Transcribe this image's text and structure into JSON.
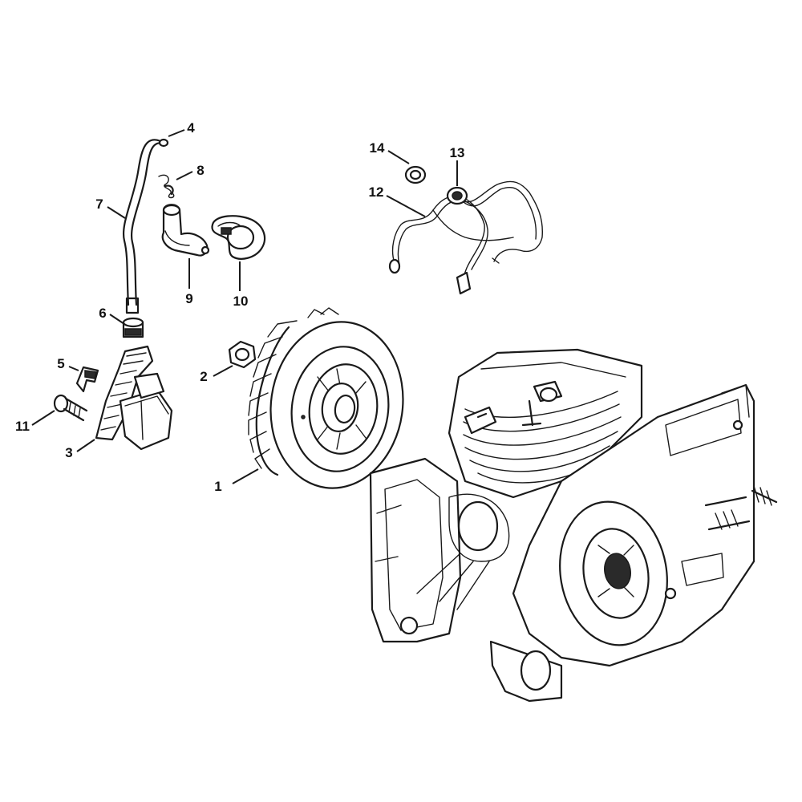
{
  "diagram": {
    "type": "exploded-parts-diagram",
    "callouts": [
      {
        "id": "c1",
        "label": "1"
      },
      {
        "id": "c2",
        "label": "2"
      },
      {
        "id": "c3",
        "label": "3"
      },
      {
        "id": "c4",
        "label": "4"
      },
      {
        "id": "c5",
        "label": "5"
      },
      {
        "id": "c6",
        "label": "6"
      },
      {
        "id": "c7",
        "label": "7"
      },
      {
        "id": "c8",
        "label": "8"
      },
      {
        "id": "c9",
        "label": "9"
      },
      {
        "id": "c10",
        "label": "10"
      },
      {
        "id": "c11",
        "label": "11"
      },
      {
        "id": "c12",
        "label": "12"
      },
      {
        "id": "c13",
        "label": "13"
      },
      {
        "id": "c14",
        "label": "14"
      }
    ]
  }
}
